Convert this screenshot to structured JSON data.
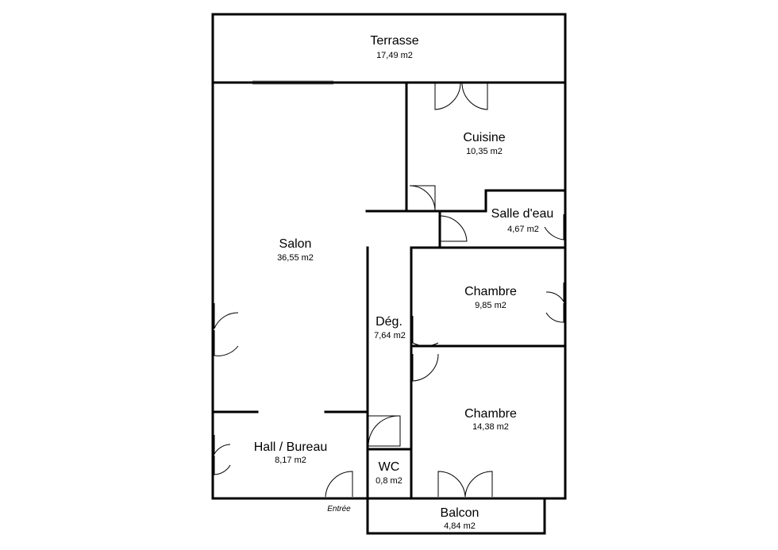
{
  "rooms": {
    "terrasse": {
      "name": "Terrasse",
      "area": "17,49 m2"
    },
    "cuisine": {
      "name": "Cuisine",
      "area": "10,35 m2"
    },
    "salle_eau": {
      "name": "Salle d'eau",
      "area": "4,67 m2"
    },
    "salon": {
      "name": "Salon",
      "area": "36,55 m2"
    },
    "chambre1": {
      "name": "Chambre",
      "area": "9,85 m2"
    },
    "deg": {
      "name": "Dég.",
      "area": "7,64 m2"
    },
    "chambre2": {
      "name": "Chambre",
      "area": "14,38 m2"
    },
    "hall": {
      "name": "Hall / Bureau",
      "area": "8,17 m2"
    },
    "wc": {
      "name": "WC",
      "area": "0,8 m2"
    },
    "balcon": {
      "name": "Balcon",
      "area": "4,84 m2"
    }
  },
  "entry_label": "Entrée"
}
